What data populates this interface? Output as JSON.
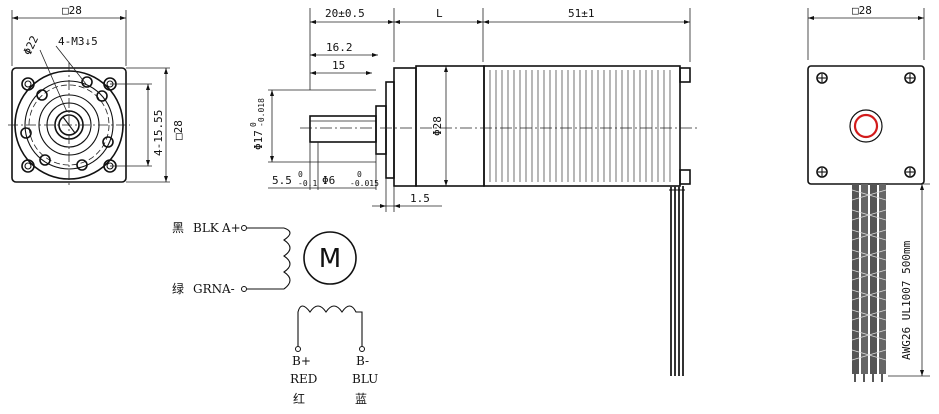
{
  "front_view": {
    "width_dim": "□28",
    "side_dim": "□28",
    "diameter_dim": "Φ22",
    "hole_spec": "4-M3↓5",
    "hole_spacing": "4-15.55"
  },
  "side_view": {
    "gearbox_len": "20±0.5",
    "motor_len": "L",
    "body_len": "51±1",
    "shaft_len_1": "16.2",
    "shaft_len_2": "15",
    "pilot_dia": "Φ17",
    "pilot_tol_upper": "0",
    "pilot_tol_lower": "-0.018",
    "body_dia": "Φ28",
    "flat_dim": "5.5",
    "flat_tol_upper": "0",
    "flat_tol_lower": "-0.1",
    "shaft_dia": "Φ6",
    "shaft_tol_upper": "0",
    "shaft_tol_lower": "-0.015",
    "flange_thk": "1.5"
  },
  "rear_view": {
    "width_dim": "□28",
    "cable_spec": "AWG26 UL1007 500mm"
  },
  "wiring": {
    "motor_symbol": "M",
    "a_plus": {
      "cn": "黑",
      "color": "BLK",
      "pin": "A+"
    },
    "a_minus": {
      "cn": "绿",
      "color": "GRN",
      "pin": "A-"
    },
    "b_plus": {
      "pin": "B+",
      "color": "RED",
      "cn": "红"
    },
    "b_minus": {
      "pin": "B-",
      "color": "BLU",
      "cn": "蓝"
    }
  }
}
